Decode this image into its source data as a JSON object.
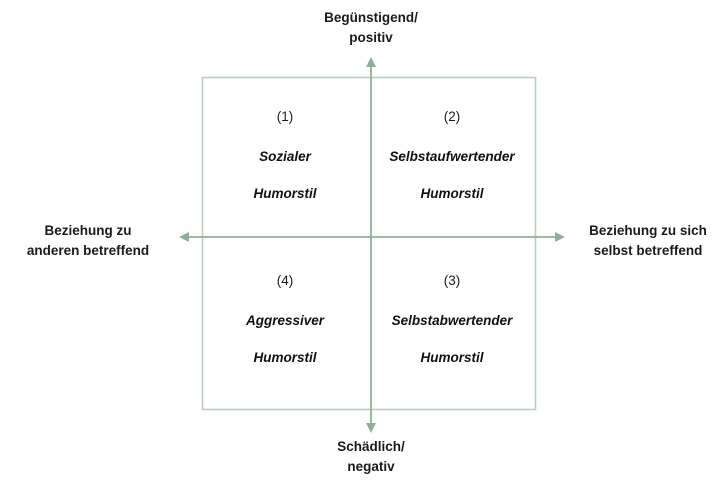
{
  "diagram": {
    "title_axes": {
      "top": "Begünstigend/\npositiv",
      "bottom": "Schädlich/\nnegativ",
      "left": "Beziehung zu\nanderen betreffend",
      "right": "Beziehung zu sich\nselbst betreffend"
    },
    "quadrants": [
      {
        "number": "(1)",
        "line1": "Sozialer",
        "line2": "Humorstil",
        "position": "top-left"
      },
      {
        "number": "(2)",
        "line1": "Selbstaufwertender",
        "line2": "Humorstil",
        "position": "top-right"
      },
      {
        "number": "(3)",
        "line1": "Selbstabwertender",
        "line2": "Humorstil",
        "position": "bottom-right"
      },
      {
        "number": "(4)",
        "line1": "Aggressiver",
        "line2": "Humorstil",
        "position": "bottom-left"
      }
    ],
    "colors": {
      "axis": "#8faf96",
      "box_border": "#b9cebd",
      "background": "#ffffff",
      "text": "#1a1a1a"
    }
  }
}
